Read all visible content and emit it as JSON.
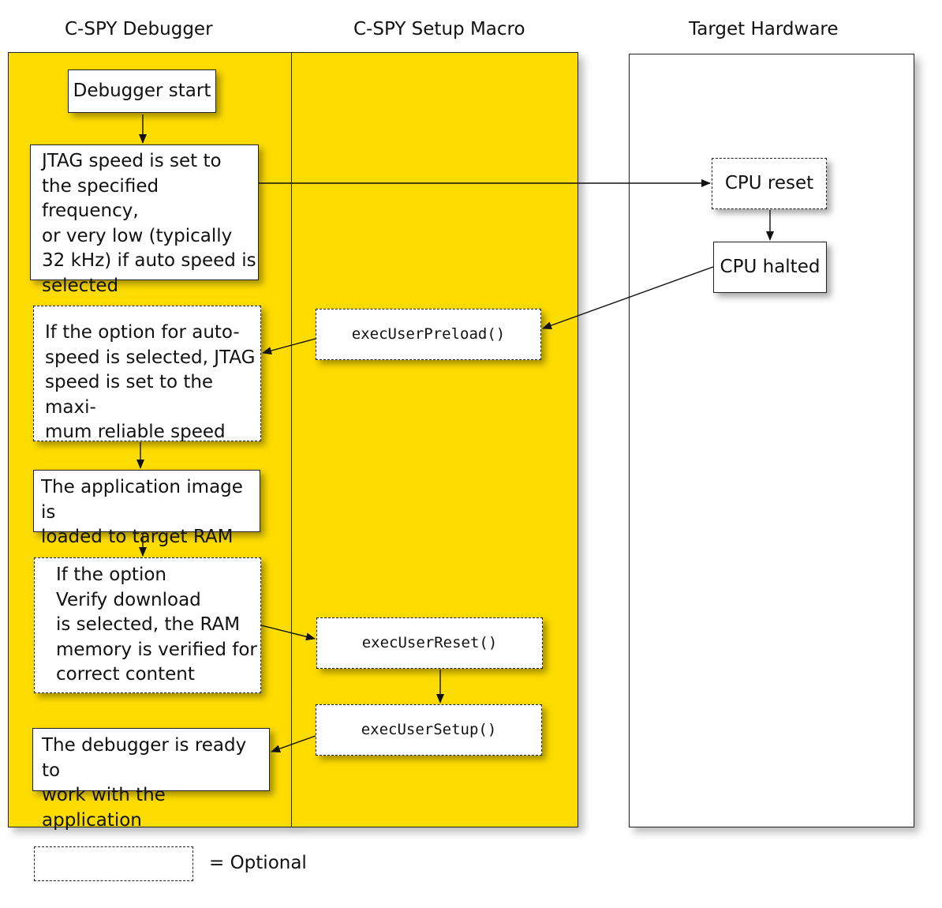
{
  "columns": {
    "debugger": "C-SPY Debugger",
    "macro": "C-SPY Setup Macro",
    "hardware": "Target Hardware"
  },
  "debugger_steps": {
    "start": "Debugger start",
    "jtag_speed": [
      "JTAG speed is set to",
      "the specified frequency,",
      "or very low (typically",
      "32 kHz) if auto speed is",
      "selected"
    ],
    "auto_speed": [
      "If the option for auto-",
      "speed is selected, JTAG",
      "speed is set to the maxi-",
      "mum reliable speed"
    ],
    "load_image": [
      "The application image is",
      "loaded to target RAM"
    ],
    "verify": [
      "If the option",
      "Verify download",
      "is selected, the RAM",
      "memory is verified for",
      "correct content"
    ],
    "ready": [
      "The debugger is ready to",
      "work with the application"
    ]
  },
  "macros": {
    "preload": "execUserPreload()",
    "reset": "execUserReset()",
    "setup": "execUserSetup()"
  },
  "hardware_steps": {
    "cpu_reset": "CPU reset",
    "cpu_halted": "CPU halted"
  },
  "legend": {
    "optional": "= Optional"
  },
  "colors": {
    "lane_fill": "#fddc00",
    "outline": "#222222"
  }
}
